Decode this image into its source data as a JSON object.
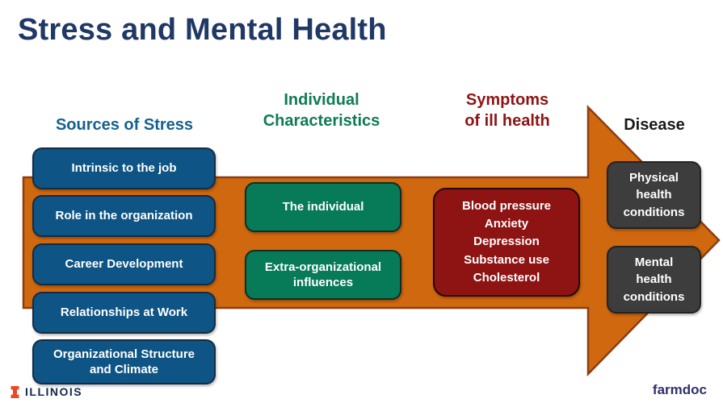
{
  "title": "Stress and Mental Health",
  "headers": {
    "sources": "Sources of Stress",
    "individual": "Individual\nCharacteristics",
    "symptoms": "Symptoms\nof ill health",
    "disease": "Disease"
  },
  "sources_boxes": [
    "Intrinsic to the job",
    "Role in the organization",
    "Career Development",
    "Relationships at Work",
    "Organizational Structure\nand Climate"
  ],
  "individual_boxes": [
    "The individual",
    "Extra-organizational\ninfluences"
  ],
  "symptoms_box": "Blood pressure\nAnxiety\nDepression\nSubstance use\nCholesterol",
  "disease_boxes": [
    "Physical\nhealth\nconditions",
    "Mental\nhealth\nconditions"
  ],
  "footer": {
    "illinois": "ILLINOIS",
    "farmdoc": "farmdoc"
  },
  "colors": {
    "bg": "#ffffff",
    "title_navy": "#1F3864",
    "sources_blue": "#15618D",
    "green_header": "#0E7C54",
    "red_header": "#8E1414",
    "disease_black": "#1A1A1A",
    "arrow_fill": "#D0680F",
    "arrow_stroke": "#8C3D10",
    "blue_box": "#0E5484",
    "blue_box_border": "#142B45",
    "green_box": "#077A58",
    "green_box_border": "#0D2E21",
    "red_box": "#8E1313",
    "red_box_border": "#260808",
    "gray_box": "#3D3D3D",
    "gray_box_border": "#232323",
    "illinois_orange": "#E84A27",
    "illinois_navy": "#13294B",
    "farmdoc_navy": "#31306E"
  }
}
